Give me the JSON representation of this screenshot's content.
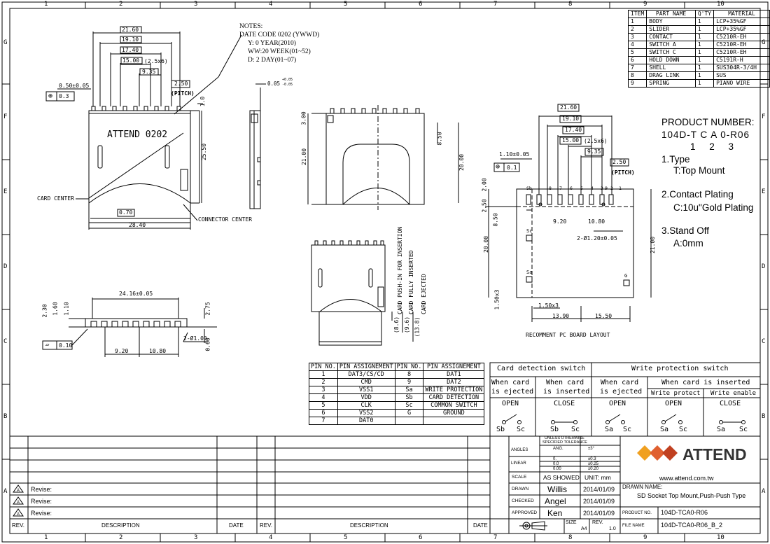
{
  "frame": {
    "col_numbers": [
      "1",
      "2",
      "3",
      "4",
      "5",
      "6",
      "7",
      "8",
      "9",
      "10"
    ],
    "row_letters": [
      "G",
      "F",
      "E",
      "D",
      "C",
      "B",
      "A"
    ]
  },
  "notes": {
    "heading": "NOTES:",
    "date_code": "DATE CODE  0202 (YWWD)",
    "y": "Y: 0  YEAR(2010)",
    "ww": "WW:20  WEEK(01~52)",
    "d": "D: 2  DAY(01~07)"
  },
  "top_view": {
    "marking": "ATTEND  0202",
    "dims": [
      "21.60",
      "19.10",
      "17.40",
      "15.00",
      "(2.5x6)",
      "9.35",
      "2.50",
      "(PITCH)",
      "0.50±0.05",
      "0.3",
      "25.50",
      "1.0",
      "0.70",
      "28.40"
    ],
    "card_center": "CARD CENTER",
    "connector_center": "CONNECTOR CENTER"
  },
  "side_view": {
    "dims": [
      "0.05",
      "+0.05",
      "-0.05"
    ]
  },
  "front_view": {
    "dims": [
      "3.00",
      "21.00",
      "8.50",
      "20.00"
    ]
  },
  "inserted_view": {
    "labels": [
      "CARD PUSH-IN FOR INSERTION",
      "CARD FULLY INSERTED",
      "CARD EJECTED"
    ],
    "dims": [
      "(8.6)",
      "(9.6)",
      "(13.8)"
    ]
  },
  "bottom_view": {
    "dims": [
      "24.16±0.05",
      "2.30",
      "1.60",
      "1.10",
      "2.75",
      "0.10",
      "9.20",
      "10.80",
      "2-Ø1.00",
      "0.60"
    ]
  },
  "pcb_layout": {
    "caption": "RECOMMENT PC BOARD LAYOUT",
    "dims": [
      "21.60",
      "19.10",
      "17.40",
      "15.00",
      "(2.5x6)",
      "9.35",
      "1.10±0.05",
      "0.1",
      "2.50",
      "(PITCH)",
      "2.00",
      "2.50",
      "8.50",
      "9.20",
      "10.80",
      "20.00",
      "2-Ø1.20±0.05",
      "21.00",
      "1.50x3",
      "1.50x3",
      "13.90",
      "15.50"
    ],
    "pin_marks": [
      "Sb",
      "8",
      "7",
      "6",
      "5",
      "4",
      "3",
      "2",
      "1",
      "9"
    ],
    "pad_labels": [
      "Sc",
      "Sa",
      "G"
    ]
  },
  "bom": {
    "headers": [
      "ITEM",
      "PART NAME",
      "Q'TY",
      "MATERIAL"
    ],
    "rows": [
      [
        "1",
        "BODY",
        "1",
        "LCP+35%GF"
      ],
      [
        "2",
        "SLIDER",
        "1",
        "LCP+35%GF"
      ],
      [
        "3",
        "CONTACT",
        "1",
        "C5210R-EH"
      ],
      [
        "4",
        "SWITCH A",
        "1",
        "C5210R-EH"
      ],
      [
        "5",
        "SWITCH C",
        "1",
        "C5210R-EH"
      ],
      [
        "6",
        "HOLD DOWN",
        "1",
        "C5191R-H"
      ],
      [
        "7",
        "SHELL",
        "1",
        "SUS304R-3/4H"
      ],
      [
        "8",
        "DRAG LINK",
        "1",
        "SUS"
      ],
      [
        "9",
        "SPRING",
        "1",
        "PIANO WIRE"
      ]
    ]
  },
  "product": {
    "title": "PRODUCT  NUMBER:",
    "code": "104D-T C A 0-R06",
    "idx": "1 2 3",
    "type_h": "1.Type",
    "type_v": "T:Top Mount",
    "plating_h": "2.Contact Plating",
    "plating_v": "C:10u\"Gold Plating",
    "standoff_h": "3.Stand Off",
    "standoff_v": "A:0mm"
  },
  "pins": {
    "headers": [
      "PIN NO.",
      "PIN ASSIGNEMENT",
      "PIN NO.",
      "PIN ASSIGNEMENT"
    ],
    "rows": [
      [
        "1",
        "DAT3/CS/CD",
        "8",
        "DAT1"
      ],
      [
        "2",
        "CMD",
        "9",
        "DAT2"
      ],
      [
        "3",
        "VSS1",
        "Sa",
        "WRITE PROTECTION"
      ],
      [
        "4",
        "VDD",
        "Sb",
        "CARD DETECTION"
      ],
      [
        "5",
        "CLK",
        "Sc",
        "COMMON SWITCH"
      ],
      [
        "6",
        "VSS2",
        "G",
        "GROUND"
      ],
      [
        "7",
        "DAT0",
        "",
        ""
      ]
    ]
  },
  "switch": {
    "cd_title": "Card detection switch",
    "wp_title": "Write protection switch",
    "cd_ejected": [
      "When card",
      "is ejected"
    ],
    "cd_inserted": [
      "When card",
      "is inserted"
    ],
    "wp_ejected": [
      "When card",
      "is ejected"
    ],
    "wp_inserted": "When card is inserted",
    "wp_protect": "Write protect",
    "wp_enable": "Write enable",
    "open": "OPEN",
    "close": "CLOSE",
    "sb": "Sb",
    "sc": "Sc",
    "sa": "Sa"
  },
  "title_block": {
    "tolerance": [
      "UNLESS OTHERWISE",
      "SPECIFIED TOLERANCE"
    ],
    "angles": "ANGLES",
    "ang": "ANG.",
    "ang_v": "±3°",
    "linear": "LINEAR",
    "lin_rows": [
      [
        "0.",
        "±0.3"
      ],
      [
        "0.0",
        "±0.25"
      ],
      [
        "0.00",
        "±0.20"
      ]
    ],
    "scale": "SCALE",
    "scale_v": "AS SHOWED",
    "unit": "UNIT:  mm",
    "drawn": "DRAWN",
    "drawn_name": "Willis",
    "drawn_date": "2014/01/09",
    "checked": "CHECKED",
    "checked_name": "Angel",
    "checked_date": "2014/01/09",
    "approved": "APPROVED",
    "approved_name": "Ken",
    "approved_date": "2014/01/09",
    "size": "SIZE",
    "size_v": "A4",
    "rev": "REV.",
    "rev_v": "1.0",
    "company": "ATTEND",
    "website": "www.attend.com.tw",
    "drawn_name_label": "DRAWN NAME:",
    "drawing_title": "SD Socket Top Mount,Push-Push Type",
    "product_no_label": "PRODUCT NO.",
    "product_no": "104D-TCA0-R06",
    "file_name_label": "FILE NAME",
    "file_name": "104D-TCA0-R06_B_2",
    "revise": [
      "Revise:",
      "Revise:",
      "Revise:"
    ],
    "rev_col": "REV.",
    "desc_col": "DESCRIPTION",
    "date_col": "DATE",
    "rev_col2": "REV.",
    "desc_col2": "DESCRIPTION",
    "date_col2": "DATE",
    "rev_mark": "A"
  }
}
